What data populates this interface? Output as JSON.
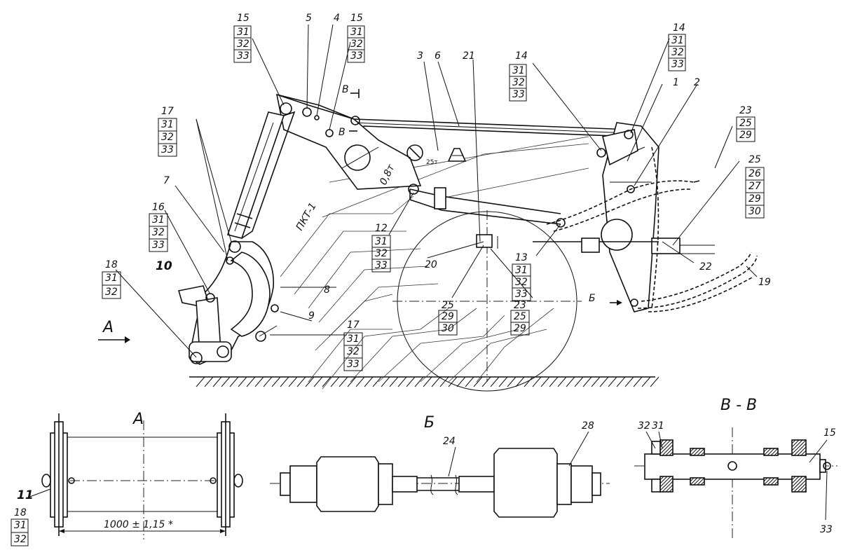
{
  "views": {
    "a": "А",
    "b": "Б",
    "v": "В - В"
  },
  "section_marks": {
    "a_arrow": "А",
    "b_arrow": "Б",
    "v_top": "В",
    "v_bottom": "В"
  },
  "texts": {
    "dim": "1000 ± 1,15 *",
    "load": "0,8т",
    "pkt": "ПКТ-1",
    "weight": "25т"
  },
  "callouts": {
    "c1": "1",
    "c2": "2",
    "c3": "3",
    "c4": "4",
    "c5": "5",
    "c6": "6",
    "c7": "7",
    "c8": "8",
    "c9": "9",
    "c10": "10",
    "c11": "11",
    "c12": "12",
    "c13": "13",
    "c14": "14",
    "c15a": "15",
    "c15b": "15",
    "c16": "16",
    "c17a": "17",
    "c17b": "17",
    "c18": "18",
    "c18b": "18",
    "c19": "19",
    "c20": "20",
    "c21": "21",
    "c22": "22",
    "c23": "23",
    "c24": "24",
    "c25": "25",
    "c28": "28",
    "c31": "31",
    "c32": "32",
    "c33": "33",
    "c15c": "15"
  },
  "stacks": {
    "s15a": [
      "31",
      "32",
      "33"
    ],
    "s15b": [
      "31",
      "32",
      "33"
    ],
    "s14a": [
      "31",
      "32",
      "33"
    ],
    "s14b": [
      "31",
      "32",
      "33"
    ],
    "s17a": [
      "31",
      "32",
      "33"
    ],
    "s16": [
      "31",
      "32",
      "33"
    ],
    "s18": [
      "31",
      "32"
    ],
    "s12": [
      "31",
      "32",
      "33"
    ],
    "s13": [
      "31",
      "32",
      "33"
    ],
    "s17b": [
      "31",
      "32",
      "33"
    ],
    "s23a": [
      "25",
      "29"
    ],
    "s25r": [
      "26",
      "27",
      "29",
      "30"
    ],
    "s25m": [
      "29",
      "30"
    ],
    "s23m": [
      "25",
      "29"
    ],
    "s18b": [
      "31",
      "32"
    ]
  }
}
